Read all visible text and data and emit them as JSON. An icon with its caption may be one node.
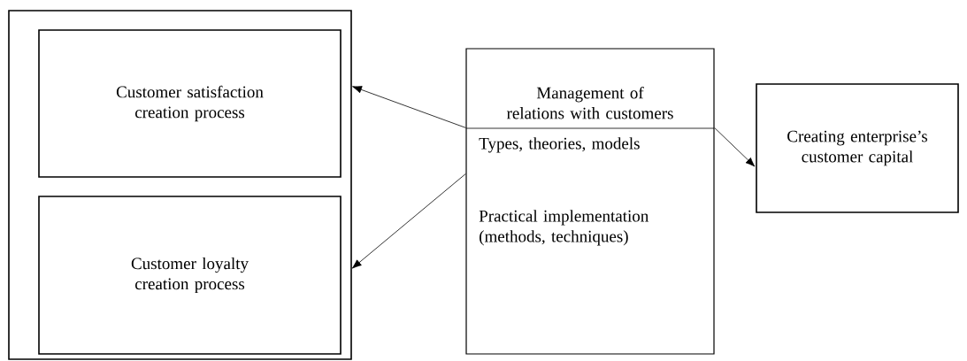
{
  "diagram": {
    "nodes": [
      {
        "text": [],
        "shape": "box"
      },
      {
        "text": [
          "Customer satisfaction creation process"
        ],
        "in": 0
      },
      {
        "text": [
          "Customer loyalty creation process"
        ],
        "in": 0
      },
      {
        "text": [
          "Management of relations with customers",
          "Types, theories, models",
          "Practical implementation (methods, techniques)"
        ]
      },
      {
        "text": [
          "Creating enterprise’s customer capital"
        ]
      }
    ],
    "edges": [
      {
        "from": 3,
        "to": 0,
        "arrow": "to"
      },
      {
        "from": 3,
        "to": 0,
        "arrow": "to"
      },
      {
        "from": 3,
        "to": 4,
        "arrow": "to"
      }
    ]
  }
}
